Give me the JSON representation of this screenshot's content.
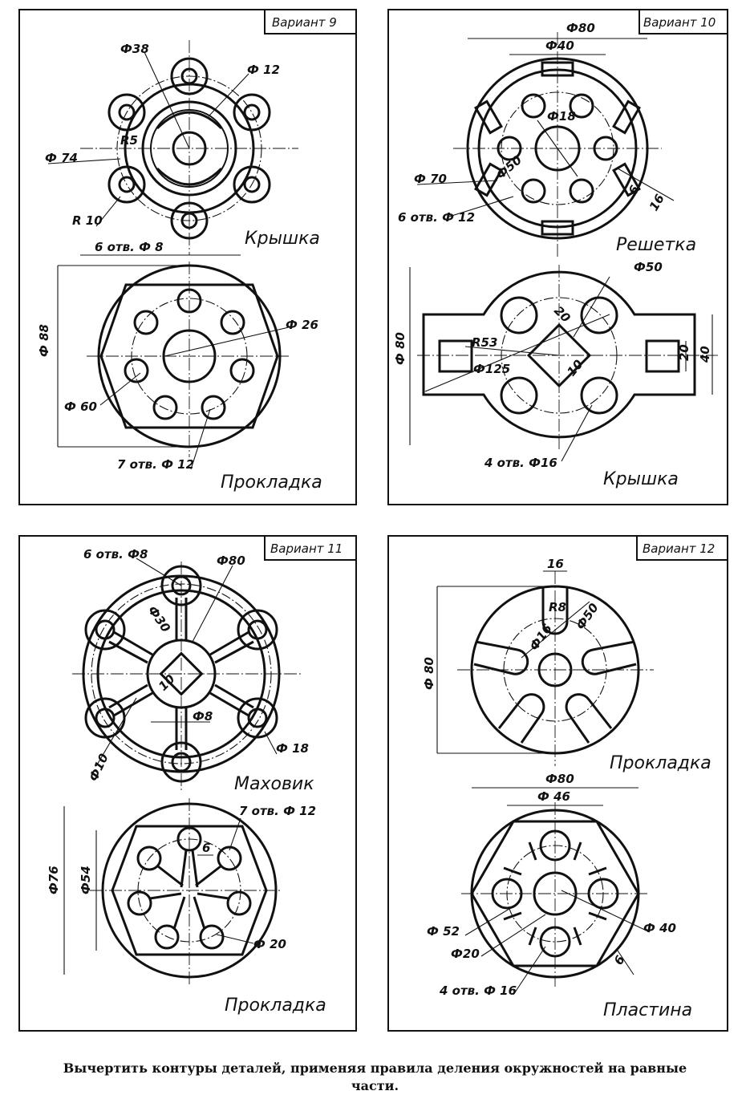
{
  "panels": [
    {
      "variant": "Вариант 9",
      "top_part": "Крышка",
      "bottom_part": "Прокладка",
      "dims": {
        "d38": "Ф38",
        "d12": "Ф 12",
        "r5": "R5",
        "d74": "Ф 74",
        "r10": "R 10",
        "holes8": "6 отв. Ф 8",
        "d88": "Ф 88",
        "d26": "Ф 26",
        "d60": "Ф 60",
        "holes12": "7 отв. Ф 12"
      }
    },
    {
      "variant": "Вариант 10",
      "top_part": "Решетка",
      "bottom_part": "Крышка",
      "dims": {
        "d80": "Ф80",
        "d40": "Ф40",
        "d18": "Ф18",
        "d70": "Ф 70",
        "d50": "Ф50",
        "holes12": "6 отв. Ф 12",
        "s6": "6",
        "s16": "16",
        "c50": "Ф50",
        "d80v": "Ф 80",
        "r53": "R53",
        "d125": "Ф125",
        "s20a": "20",
        "s20b": "20",
        "s40": "40",
        "s10": "10",
        "holes16": "4 отв. Ф16"
      }
    },
    {
      "variant": "Вариант 11",
      "top_part": "Маховик",
      "bottom_part": "Прокладка",
      "dims": {
        "holes8": "6 отв. Ф8",
        "d80": "Ф80",
        "d30": "Ф30",
        "s10": "10",
        "d8": "Ф8",
        "d18": "Ф 18",
        "d10": "Ф10",
        "d76": "Ф76",
        "d54": "Ф54",
        "holes12": "7 отв. Ф 12",
        "s6": "6",
        "d20": "Ф 20"
      }
    },
    {
      "variant": "Вариант 12",
      "top_part": "Прокладка",
      "bottom_part": "Пластина",
      "dims": {
        "s16": "16",
        "r8": "R8",
        "d50": "Ф50",
        "d16": "Ф16",
        "d80v": "Ф 80",
        "d80": "Ф80",
        "d46": "Ф 46",
        "d52": "Ф 52",
        "d20": "Ф20",
        "d40": "Ф 40",
        "s6": "6",
        "holes16": "4 отв. Ф 16"
      }
    }
  ],
  "footer": {
    "line1": "Вычертить контуры деталей, применяя правила деления окружностей на равные",
    "line2": "части."
  }
}
